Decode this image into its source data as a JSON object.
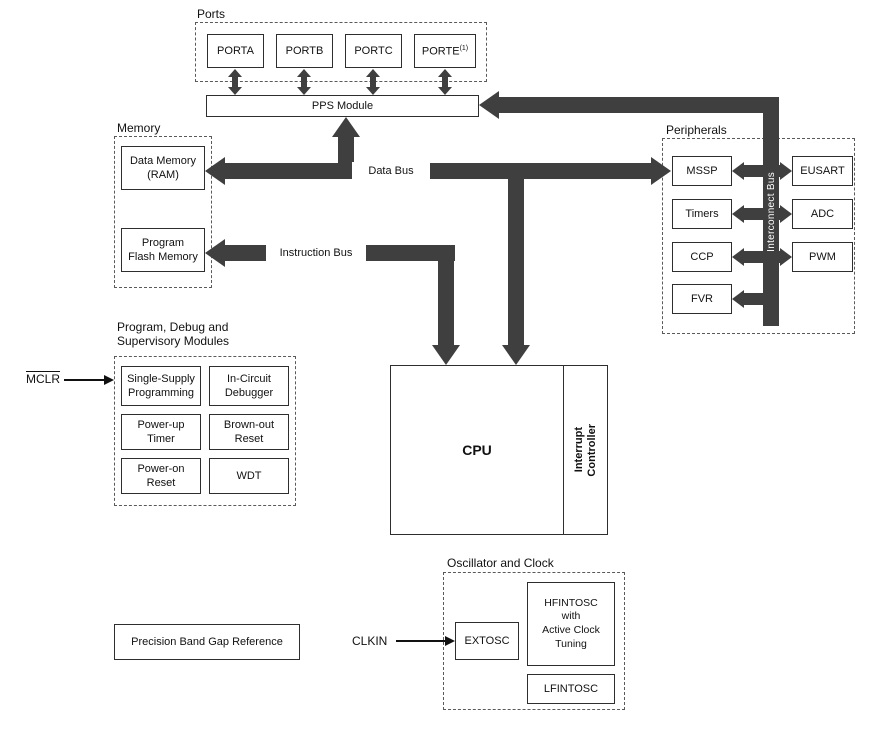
{
  "ports": {
    "label": "Ports",
    "porta": "PORTA",
    "portb": "PORTB",
    "portc": "PORTC",
    "porte": "PORTE",
    "porte_sup": "(1)"
  },
  "pps": {
    "label": "PPS Module"
  },
  "memory": {
    "label": "Memory",
    "data_memory_line1": "Data Memory",
    "data_memory_line2": "(RAM)",
    "flash_line1": "Program",
    "flash_line2": "Flash Memory"
  },
  "buses": {
    "data_bus": "Data Bus",
    "instruction_bus": "Instruction Bus",
    "interconnect_bus": "Interconnect Bus"
  },
  "peripherals": {
    "label": "Peripherals",
    "mssp": "MSSP",
    "timers": "Timers",
    "ccp": "CCP",
    "fvr": "FVR",
    "eusart": "EUSART",
    "adc": "ADC",
    "pwm": "PWM"
  },
  "cpu": {
    "label": "CPU",
    "interrupt_line1": "Interrupt",
    "interrupt_line2": "Controller"
  },
  "debug": {
    "label_line1": "Program, Debug and",
    "label_line2": "Supervisory Modules",
    "single_supply_line1": "Single-Supply",
    "single_supply_line2": "Programming",
    "in_circuit_line1": "In-Circuit",
    "in_circuit_line2": "Debugger",
    "powerup_line1": "Power-up",
    "powerup_line2": "Timer",
    "brownout_line1": "Brown-out",
    "brownout_line2": "Reset",
    "poweron_line1": "Power-on",
    "poweron_line2": "Reset",
    "wdt": "WDT"
  },
  "signals": {
    "mclr": "MCLR",
    "clkin": "CLKIN"
  },
  "oscillator": {
    "label": "Oscillator and Clock",
    "extosc": "EXTOSC",
    "hfintosc_line1": "HFINTOSC",
    "hfintosc_line2": "with",
    "hfintosc_line3": "Active Clock",
    "hfintosc_line4": "Tuning",
    "lfintosc": "LFINTOSC"
  },
  "bandgap": {
    "label": "Precision Band Gap Reference"
  },
  "colors": {
    "bus": "#3f3f3f",
    "box_border": "#2e2e2e",
    "background": "#ffffff"
  }
}
